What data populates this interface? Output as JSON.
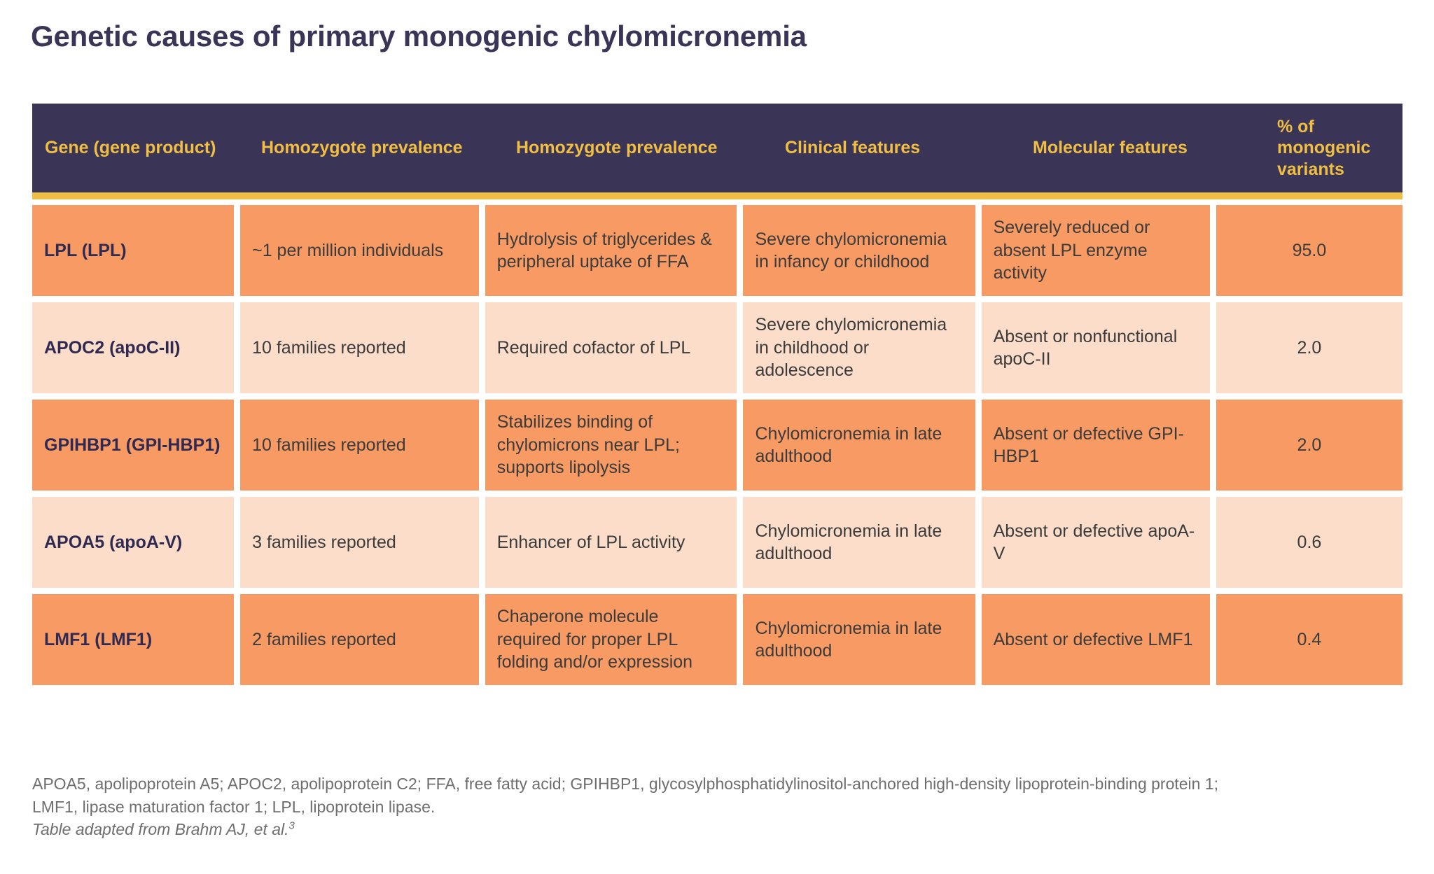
{
  "title": "Genetic causes of primary monogenic chylomicronemia",
  "colors": {
    "header_bg": "#3A3556",
    "header_text": "#EFBE42",
    "accent_bar": "#EFBE42",
    "row_odd": "#F89A63",
    "row_even": "#FBDDCA",
    "gene_text": "#2F2A52",
    "body_text": "#3B3B3B",
    "footnote_text": "#6E6E6E",
    "page_bg": "#FFFFFF"
  },
  "table": {
    "headers": [
      "Gene (gene product)",
      "Homozygote prevalence",
      "Homozygote prevalence",
      "Clinical features",
      "Molecular features",
      "% of monogenic variants"
    ],
    "rows": [
      {
        "gene": "LPL (LPL)",
        "prevalence": "~1 per million individuals",
        "function": "Hydrolysis of triglycerides & peripheral uptake of FFA",
        "clinical": "Severe chylomicronemia in infancy or childhood",
        "molecular": "Severely reduced or absent LPL enzyme activity",
        "percent": "95.0"
      },
      {
        "gene": "APOC2 (apoC-II)",
        "prevalence": "10 families reported",
        "function": "Required cofactor of LPL",
        "clinical": "Severe chylomicronemia in childhood or adolescence",
        "molecular": "Absent or nonfunctional apoC-II",
        "percent": "2.0"
      },
      {
        "gene": "GPIHBP1 (GPI-HBP1)",
        "prevalence": "10 families reported",
        "function": "Stabilizes binding of chylomicrons near LPL; supports lipolysis",
        "clinical": "Chylomicronemia in late adulthood",
        "molecular": "Absent or defective GPI-HBP1",
        "percent": "2.0"
      },
      {
        "gene": " APOA5 (apoA-V)",
        "prevalence": "3 families reported",
        "function": "Enhancer of LPL activity",
        "clinical": "Chylomicronemia in late adulthood",
        "molecular": "Absent or defective apoA-V",
        "percent": "0.6"
      },
      {
        "gene": "LMF1 (LMF1)",
        "prevalence": "2 families reported",
        "function": "Chaperone molecule required for proper LPL folding and/or expression",
        "clinical": "Chylomicronemia in late adulthood",
        "molecular": " Absent or defective LMF1",
        "percent": "0.4"
      }
    ]
  },
  "footnote": {
    "line1": "APOA5, apolipoprotein A5; APOC2, apolipoprotein C2; FFA, free fatty acid; GPIHBP1, glycosylphosphatidylinositol-anchored high-density lipoprotein-binding protein 1;",
    "line2": "LMF1, lipase maturation factor 1; LPL, lipoprotein lipase.",
    "source": "Table adapted from Brahm AJ, et al.",
    "source_ref": "3"
  }
}
